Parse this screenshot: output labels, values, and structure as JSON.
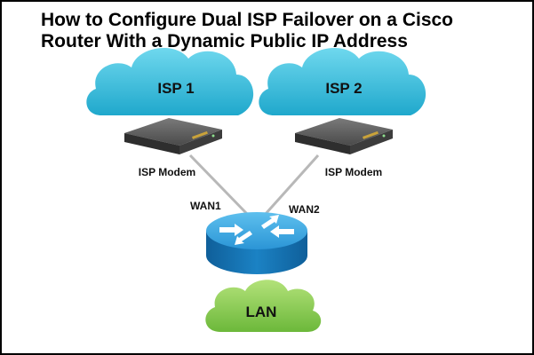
{
  "title": {
    "line1": "How to Configure Dual ISP Failover on a Cisco",
    "line2": "Router With a Dynamic Public IP Address"
  },
  "nodes": {
    "isp1": {
      "label": "ISP 1",
      "color": "#3fc3df"
    },
    "isp2": {
      "label": "ISP 2",
      "color": "#3fc3df"
    },
    "modem_left": {
      "label": "ISP Modem"
    },
    "modem_right": {
      "label": "ISP Modem"
    },
    "router": {
      "color": "#1e8bc9"
    },
    "lan": {
      "label": "LAN",
      "color": "#8fd14f"
    }
  },
  "links": {
    "wan1": {
      "label": "WAN1"
    },
    "wan2": {
      "label": "WAN2"
    }
  },
  "colors": {
    "border": "#000000",
    "link_line": "#b8b8b8",
    "modem_body": "#3c3c3c"
  }
}
